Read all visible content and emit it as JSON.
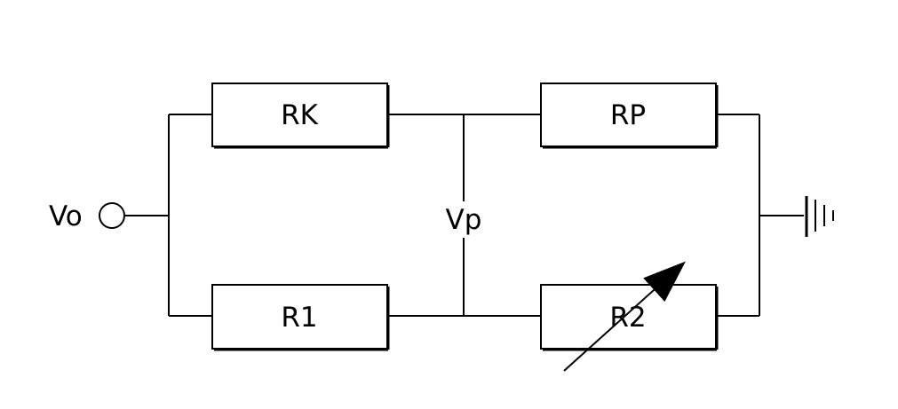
{
  "labels": {
    "input_terminal": "Vo",
    "probe_node": "Vp"
  },
  "resistors": {
    "top_left": "RK",
    "bottom_left": "R1",
    "top_right": "RP",
    "bottom_right": "R2"
  },
  "symbols": {
    "ground": "ground-icon",
    "variable_resistor_arrow": "arrow-icon",
    "input_terminal": "terminal-circle-icon"
  },
  "colors": {
    "line": "#000000",
    "background": "#ffffff"
  }
}
